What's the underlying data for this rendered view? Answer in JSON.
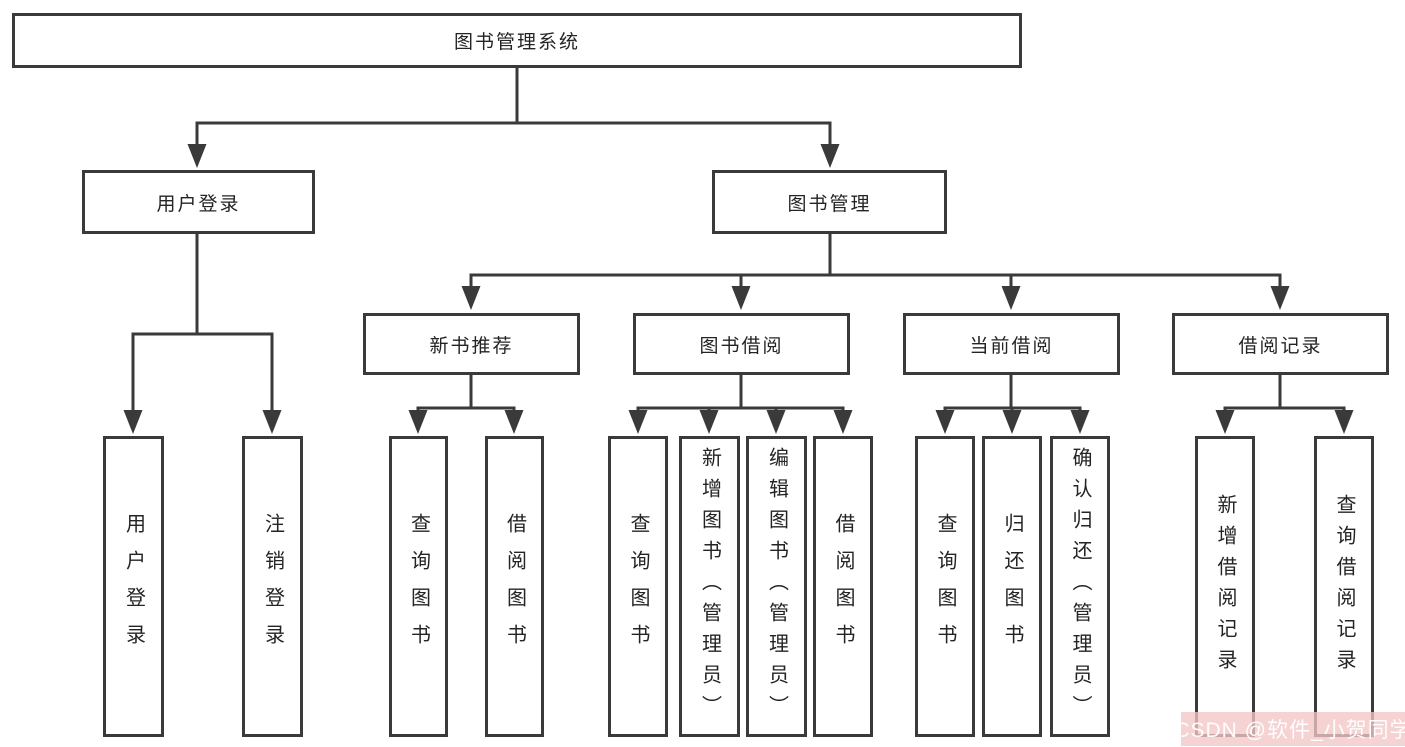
{
  "tree": {
    "label": "图书管理系统",
    "children": [
      {
        "label": "用户登录",
        "children": [
          {
            "label": "用户登录"
          },
          {
            "label": "注销登录"
          }
        ]
      },
      {
        "label": "图书管理",
        "children": [
          {
            "label": "新书推荐",
            "children": [
              {
                "label": "查询图书"
              },
              {
                "label": "借阅图书"
              }
            ]
          },
          {
            "label": "图书借阅",
            "children": [
              {
                "label": "查询图书"
              },
              {
                "label": "新增图书（管理员）"
              },
              {
                "label": "编辑图书（管理员）"
              },
              {
                "label": "借阅图书"
              }
            ]
          },
          {
            "label": "当前借阅",
            "children": [
              {
                "label": "查询图书"
              },
              {
                "label": "归还图书"
              },
              {
                "label": "确认归还（管理员）"
              }
            ]
          },
          {
            "label": "借阅记录",
            "children": [
              {
                "label": "新增借阅记录"
              },
              {
                "label": "查询借阅记录"
              }
            ]
          }
        ]
      }
    ]
  },
  "watermark": {
    "text": "CSDN @软件_小贺同学"
  },
  "colors": {
    "line": "#3a3a3a",
    "box_border": "#3a3a3a",
    "box_background": "#ffffff",
    "text": "#242424",
    "watermark_background": "#f3c7c7",
    "watermark_text": "#ffffff",
    "page_background": "#ffffff"
  }
}
